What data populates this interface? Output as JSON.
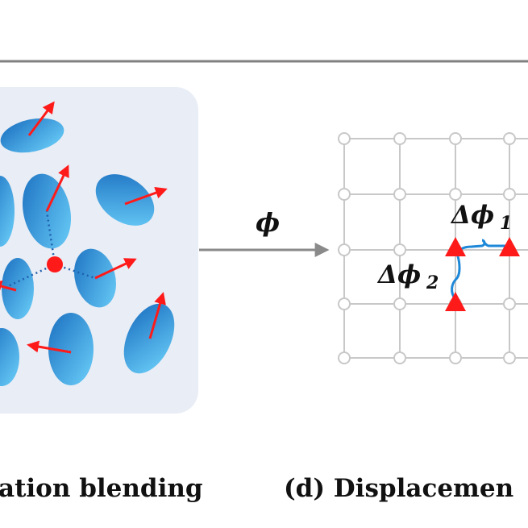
{
  "captions": {
    "left": "ation blending",
    "right": "(d) Displacemen"
  },
  "labels": {
    "phi": "ϕ",
    "delta_phi_1_base": "Δϕ",
    "delta_phi_1_sub": "1",
    "delta_phi_2_base": "Δϕ",
    "delta_phi_2_sub": "2"
  },
  "colors": {
    "panel_bg": "#e9edf5",
    "ellipse_dark": "#1a6fc0",
    "ellipse_light": "#5fc3f5",
    "arrow_red": "#ff1a1a",
    "dot_red": "#ff1a1a",
    "link_blue": "#1f5fae",
    "grid_gray": "#c8c8c8",
    "path_blue": "#1e88d8",
    "marker_red": "#ff1a1a",
    "top_rule": "#808080",
    "main_arrow": "#8a8a8a"
  }
}
